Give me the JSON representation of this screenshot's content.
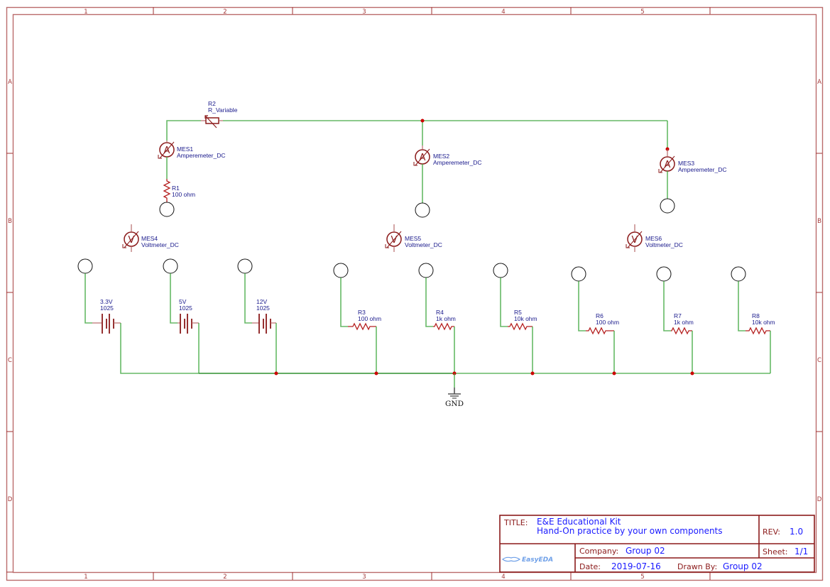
{
  "sheet": {
    "columns": [
      "1",
      "2",
      "3",
      "4",
      "5"
    ],
    "rows": [
      "A",
      "B",
      "C",
      "D"
    ]
  },
  "components": {
    "R2": {
      "ref": "R2",
      "value": "R_Variable"
    },
    "R1": {
      "ref": "R1",
      "value": "100 ohm"
    },
    "MES1": {
      "ref": "MES1",
      "value": "Amperemeter_DC",
      "glyph": "A"
    },
    "MES2": {
      "ref": "MES2",
      "value": "Amperemeter_DC",
      "glyph": "A"
    },
    "MES3": {
      "ref": "MES3",
      "value": "Amperemeter_DC",
      "glyph": "A"
    },
    "MES4": {
      "ref": "MES4",
      "value": "Voltmeter_DC",
      "glyph": "V"
    },
    "MES5": {
      "ref": "MES5",
      "value": "Voltmeter_DC",
      "glyph": "V"
    },
    "MES6": {
      "ref": "MES6",
      "value": "Voltmeter_DC",
      "glyph": "V"
    },
    "BAT1": {
      "voltage": "3.3V",
      "model": "1025"
    },
    "BAT2": {
      "voltage": "5V",
      "model": "1025"
    },
    "BAT3": {
      "voltage": "12V",
      "model": "1025"
    },
    "R3": {
      "ref": "R3",
      "value": "100 ohm"
    },
    "R4": {
      "ref": "R4",
      "value": "1k ohm"
    },
    "R5": {
      "ref": "R5",
      "value": "10k ohm"
    },
    "R6": {
      "ref": "R6",
      "value": "100 ohm"
    },
    "R7": {
      "ref": "R7",
      "value": "1k ohm"
    },
    "R8": {
      "ref": "R8",
      "value": "10k ohm"
    },
    "GND": {
      "label": "GND"
    }
  },
  "title_block": {
    "title_label": "TITLE:",
    "title_line1": "E&E Educational Kit",
    "title_line2": "Hand-On practice by your own components",
    "rev_label": "REV:",
    "rev_value": "1.0",
    "company_label": "Company:",
    "company_value": "Group 02",
    "sheet_label": "Sheet:",
    "sheet_value": "1/1",
    "date_label": "Date:",
    "date_value": "2019-07-16",
    "drawn_by_label": "Drawn By:",
    "drawn_by_value": "Group 02",
    "logo_text": "EasyEDA"
  },
  "colors": {
    "frame": "#a33a3a",
    "wire": "#3fa83f",
    "symbol": "#8b1a1a",
    "label": "#1a1a8c",
    "title_value": "#1a1aff",
    "junction": "#cc0000"
  }
}
